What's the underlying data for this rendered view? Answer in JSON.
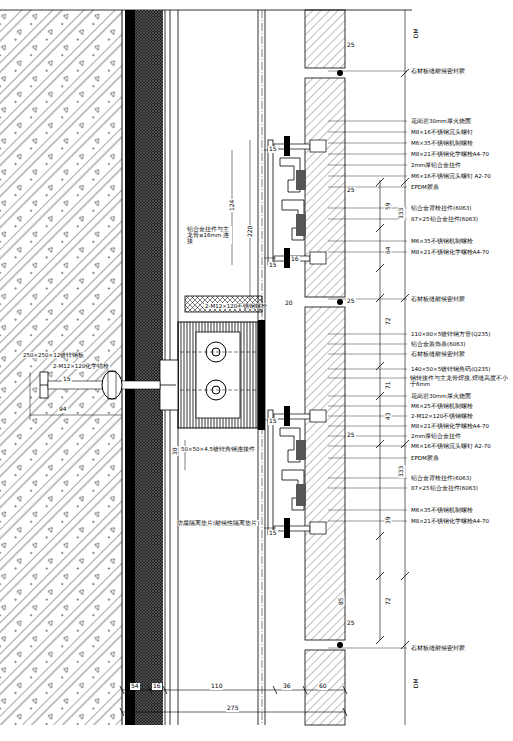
{
  "diagram": {
    "labels": [
      "石材板缝耐候密封胶",
      "花岗岩30mm厚火烧面",
      "M8×16不锈钢沉头螺钉",
      "M6×35不锈钢机制螺栓",
      "M8×21不锈钢化学螺栓A4-70",
      "2mm厚铝合金挂件",
      "M6×16不锈钢沉头螺钉 A2-70",
      "EPDM胶条",
      "铝合金背栓挂件(6063)",
      "87×25铝合金挂件(6063)",
      "M6×35不锈钢机制螺栓",
      "M8×21不锈钢化学螺栓A4-70",
      "石材板缝耐候密封胶",
      "110×80×5镀锌钢方管(Q235)",
      "铝合金装饰条(6063)",
      "石材板缝耐候密封胶",
      "140×50×5镀锌钢角码(Q235)",
      "钢转接件与主龙骨焊接,焊缝高度不小于6mm",
      "花岗岩30mm厚火烧面",
      "M6×25不锈钢机制螺栓",
      "2-M12×120不锈钢螺栓",
      "M8×21不锈钢化学螺栓A4-70",
      "2mm厚铝合金挂件",
      "M6×16不锈钢沉头螺钉 A2-70",
      "EPDM胶条",
      "铝合金背栓挂件(6063)",
      "87×25铝合金挂件(6063)",
      "M6×35不锈钢机制螺栓",
      "M8×21不锈钢化学螺栓A4-70",
      "石材板缝耐候密封胶",
      "铝合金挂件与主龙骨≥16mm 连接",
      "2-M12×120不锈钢螺栓",
      "50×50×4.5镀锌角钢连接件",
      "防腐隔离垫片(耐候性隔离垫片)",
      "250×250×12镀锌钢板",
      "2-M12×120化学锚栓",
      "25",
      "DM",
      "124",
      "220",
      "15",
      "25",
      "59",
      "333",
      "16",
      "15",
      "64",
      "20",
      "25",
      "72",
      "71",
      "15",
      "94",
      "30",
      "25",
      "43",
      "15",
      "333",
      "39",
      "15",
      "72",
      "85",
      "25",
      "DM",
      "54",
      "16",
      "110",
      "36",
      "60",
      "275"
    ]
  }
}
